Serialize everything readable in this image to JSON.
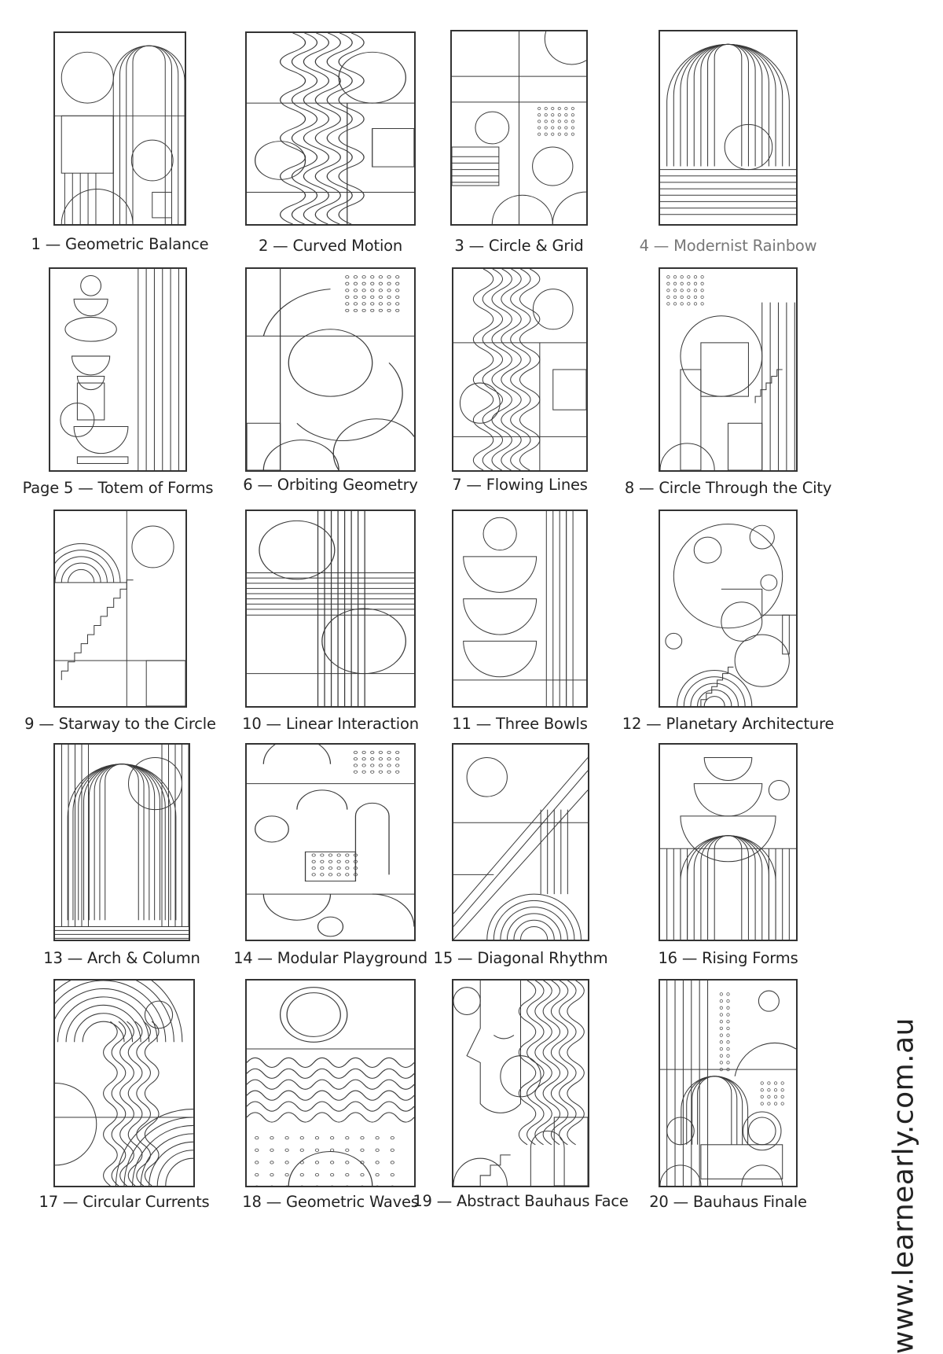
{
  "page": {
    "website": "www.learnearly.com.au"
  },
  "pages": [
    {
      "caption": "1 — Geometric Balance"
    },
    {
      "caption": "2 — Curved Motion"
    },
    {
      "caption": "3 — Circle & Grid"
    },
    {
      "caption": "4 — Modernist Rainbow",
      "muted": true
    },
    {
      "caption": "Page 5 — Totem of Forms"
    },
    {
      "caption": "6 — Orbiting Geometry"
    },
    {
      "caption": "7 — Flowing Lines"
    },
    {
      "caption": "8 — Circle Through the City"
    },
    {
      "caption": "9 — Starway to the Circle"
    },
    {
      "caption": "10 — Linear Interaction"
    },
    {
      "caption": "11 — Three Bowls"
    },
    {
      "caption": "12 — Planetary Architecture"
    },
    {
      "caption": "13 — Arch & Column"
    },
    {
      "caption": "14 — Modular Playground"
    },
    {
      "caption": "15 — Diagonal Rhythm"
    },
    {
      "caption": "16 — Rising Forms"
    },
    {
      "caption": "17 — Circular Currents"
    },
    {
      "caption": "18 — Geometric Waves"
    },
    {
      "caption": "19 — Abstract Bauhaus Face"
    },
    {
      "caption": "20 — Bauhaus Finale"
    }
  ]
}
